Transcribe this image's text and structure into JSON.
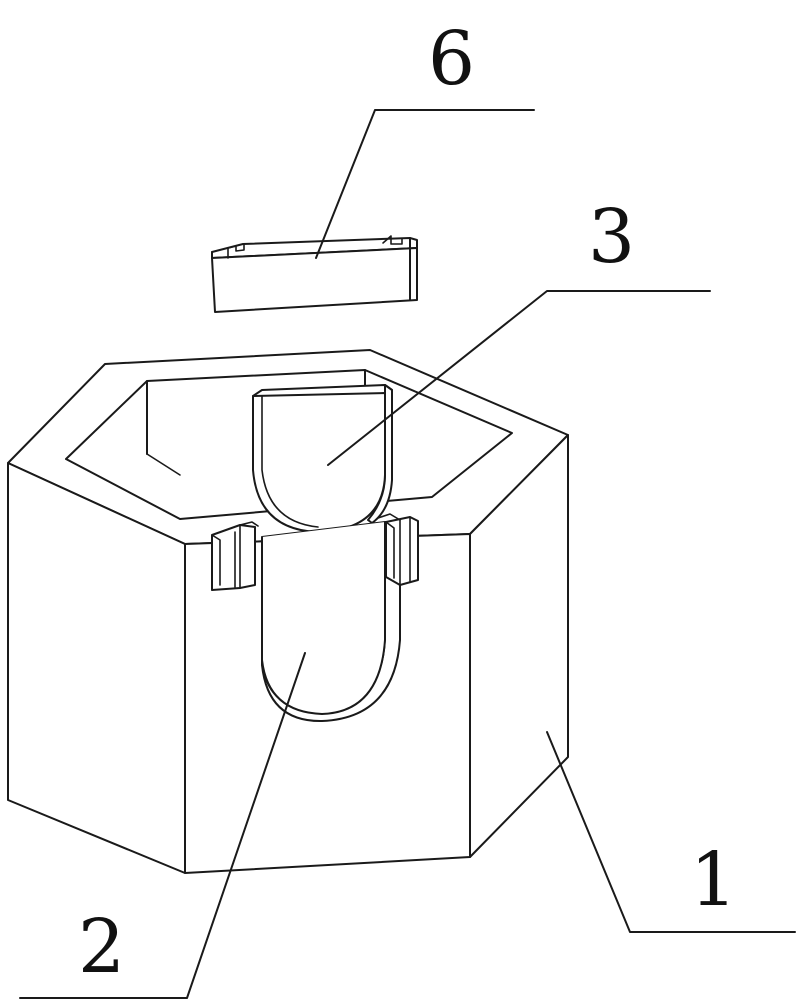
{
  "figure": {
    "labels": [
      {
        "id": "label-6",
        "text": "6"
      },
      {
        "id": "label-3",
        "text": "3"
      },
      {
        "id": "label-2",
        "text": "2"
      },
      {
        "id": "label-1",
        "text": "1"
      }
    ]
  }
}
